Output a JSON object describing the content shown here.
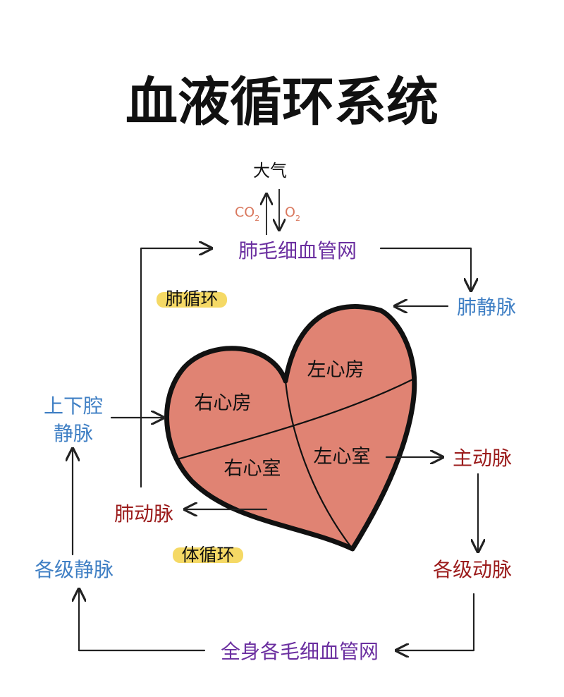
{
  "title": "血液循环系统",
  "atmosphere": {
    "label": "大气",
    "co2": "CO",
    "co2_sub": "2",
    "o2": "O",
    "o2_sub": "2"
  },
  "nodes": {
    "pulmonary_capillaries": "肺毛细血管网",
    "pulmonary_veins": "肺静脉",
    "venae_cavae_line1": "上下腔",
    "venae_cavae_line2": "静脉",
    "aorta": "主动脉",
    "pulmonary_artery": "肺动脉",
    "arteries": "各级动脉",
    "veins": "各级静脉",
    "body_capillaries": "全身各毛细血管网"
  },
  "heart": {
    "right_atrium": "右心房",
    "left_atrium": "左心房",
    "right_ventricle": "右心室",
    "left_ventricle": "左心室"
  },
  "circulations": {
    "pulmonary": "肺循环",
    "systemic": "体循环"
  },
  "colors": {
    "purple": "#6b2fa0",
    "blue": "#3f7fc4",
    "red": "#9b1b1b",
    "highlight": "#f3d24a",
    "heart_fill": "#e08373",
    "co2_o2": "#d9785e"
  }
}
